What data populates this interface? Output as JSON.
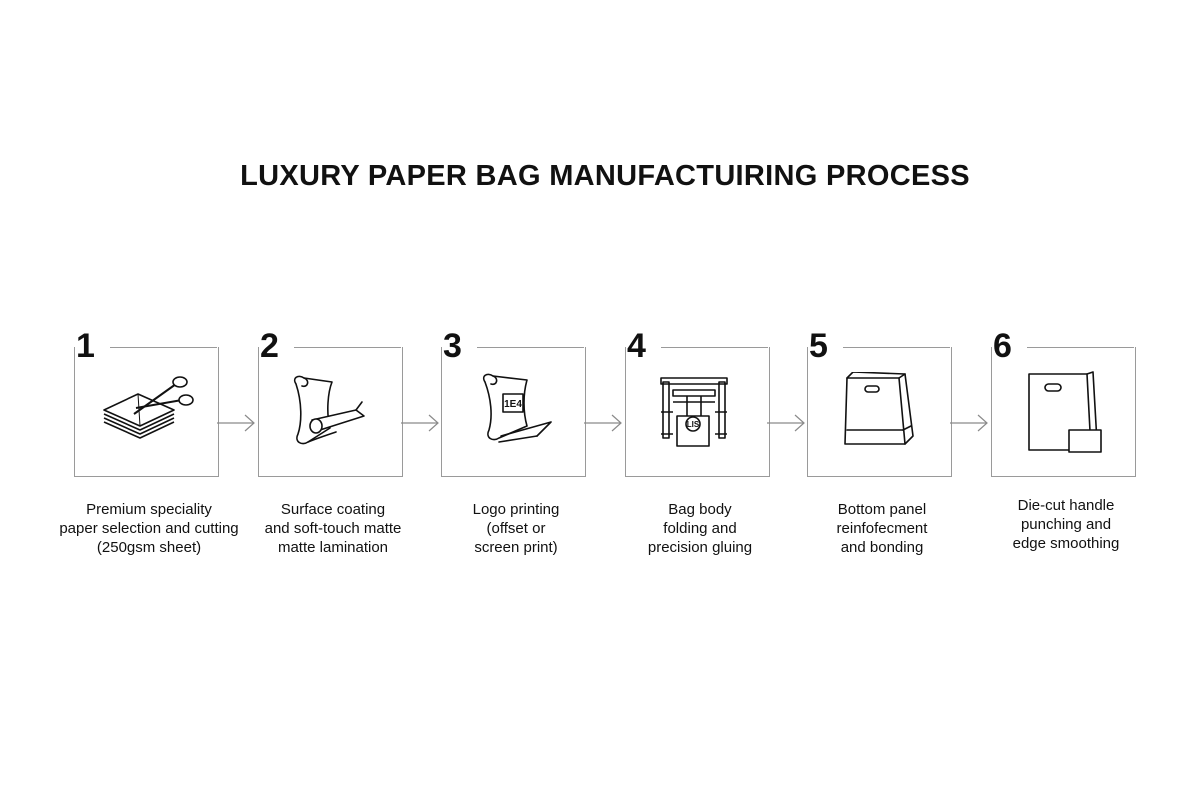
{
  "title": "LUXURY PAPER BAG MANUFACTUIRING PROCESS",
  "steps": [
    {
      "number": "1",
      "icon": "paper-stack-scissors-icon",
      "label": [
        "Premium speciality",
        "paper selection and cutting",
        "(250gsm sheet)"
      ]
    },
    {
      "number": "2",
      "icon": "lamination-roller-icon",
      "label": [
        "Surface coating",
        "and soft-touch matte",
        "matte lamination"
      ]
    },
    {
      "number": "3",
      "icon": "logo-print-sheet-icon",
      "label": [
        "Logo printing",
        "(offset or",
        "screen print)"
      ]
    },
    {
      "number": "4",
      "icon": "folding-gluing-machine-icon",
      "label": [
        "Bag body",
        "folding and",
        "precision gluing"
      ]
    },
    {
      "number": "5",
      "icon": "paper-bag-icon",
      "label": [
        "Bottom panel",
        "reinfofecment",
        "and bonding"
      ]
    },
    {
      "number": "6",
      "icon": "die-cut-bag-icon",
      "label": [
        "Die-cut handle",
        "punching and",
        "edge smoothing"
      ]
    }
  ],
  "icon_text": {
    "step3_logo": "1E4",
    "step4_logo": "LIS"
  }
}
